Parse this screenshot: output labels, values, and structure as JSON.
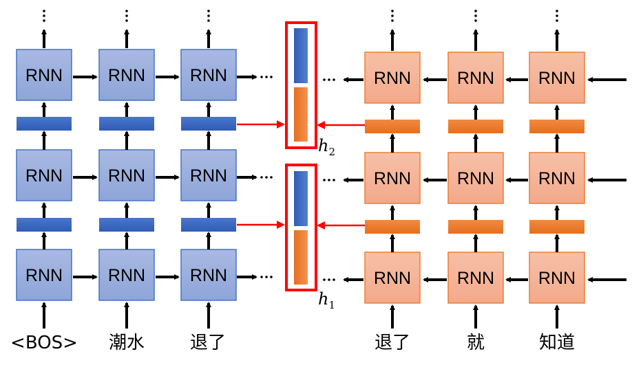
{
  "cell_label": "RNN",
  "ellipsis": "⋯",
  "forward_tokens": [
    "<BOS>",
    "潮水",
    "退了"
  ],
  "backward_tokens": [
    "退了",
    "就",
    "知道"
  ],
  "hidden_labels": [
    {
      "base": "h",
      "sub": "2"
    },
    {
      "base": "h",
      "sub": "1"
    }
  ],
  "colors": {
    "forward_box": "#98aedd",
    "forward_border": "#4472c4",
    "forward_bar": "#3a63bb",
    "backward_box": "#f5b59a",
    "backward_border": "#ed7d31",
    "backward_bar": "#ec7424",
    "highlight": "#ff0000"
  }
}
